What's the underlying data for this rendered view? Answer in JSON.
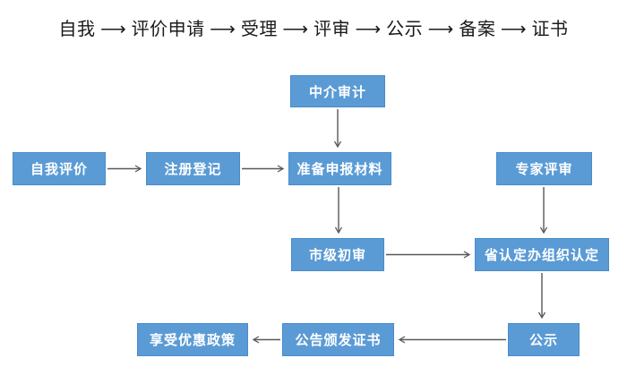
{
  "title": "自我 ⟶ 评价申请 ⟶ 受理 ⟶ 评审 ⟶ 公示 ⟶ 备案 ⟶ 证书",
  "colors": {
    "box_fill": "#5B9BD5",
    "box_border": "#4A8BC9",
    "box_text": "#FFFFFF",
    "arrow": "#595959",
    "title_text": "#1A1A1A",
    "background": "#FFFFFF"
  },
  "nodes": [
    {
      "id": "intermediary-audit",
      "label": "中介审计"
    },
    {
      "id": "self-evaluation",
      "label": "自我评价"
    },
    {
      "id": "registration",
      "label": "注册登记"
    },
    {
      "id": "prepare-application-materials",
      "label": "准备申报材料"
    },
    {
      "id": "expert-review",
      "label": "专家评审"
    },
    {
      "id": "municipal-preliminary-review",
      "label": "市级初审"
    },
    {
      "id": "provincial-accreditation-office",
      "label": "省认定办组织认定"
    },
    {
      "id": "public-announcement",
      "label": "公示"
    },
    {
      "id": "announce-issue-certificate",
      "label": "公告颁发证书"
    },
    {
      "id": "enjoy-preferential-policies",
      "label": "享受优惠政策"
    }
  ],
  "edges": [
    {
      "from": "self-evaluation",
      "to": "registration"
    },
    {
      "from": "registration",
      "to": "prepare-application-materials"
    },
    {
      "from": "intermediary-audit",
      "to": "prepare-application-materials"
    },
    {
      "from": "prepare-application-materials",
      "to": "municipal-preliminary-review"
    },
    {
      "from": "expert-review",
      "to": "provincial-accreditation-office"
    },
    {
      "from": "municipal-preliminary-review",
      "to": "provincial-accreditation-office"
    },
    {
      "from": "provincial-accreditation-office",
      "to": "public-announcement"
    },
    {
      "from": "public-announcement",
      "to": "announce-issue-certificate"
    },
    {
      "from": "announce-issue-certificate",
      "to": "enjoy-preferential-policies"
    }
  ]
}
